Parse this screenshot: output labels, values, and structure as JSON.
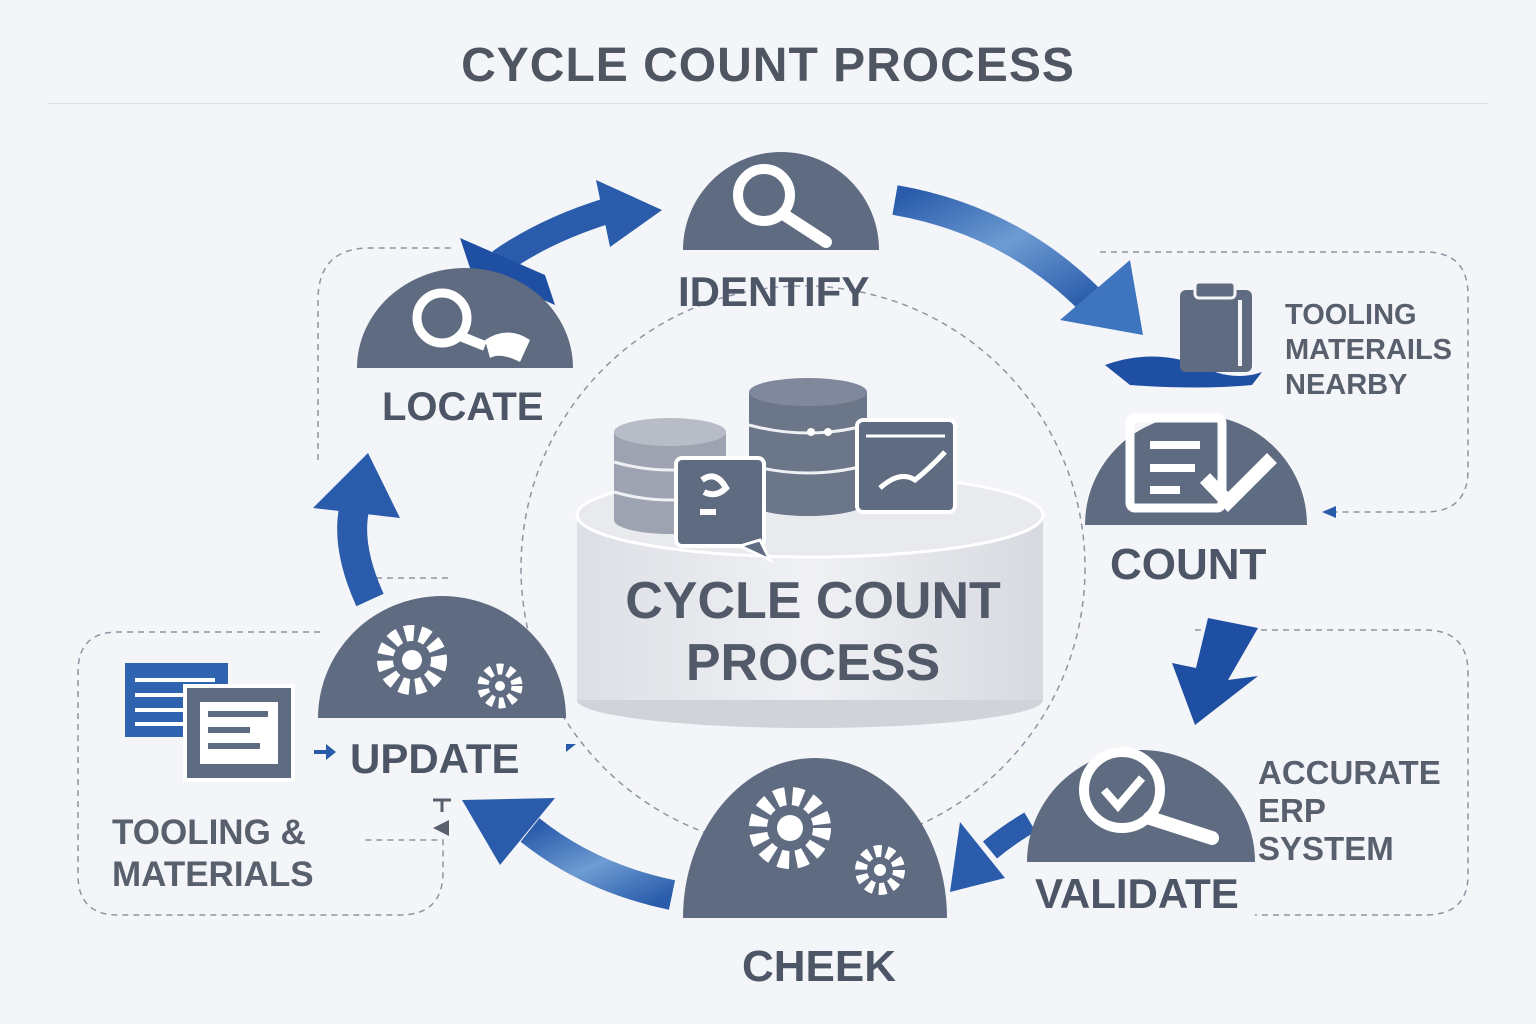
{
  "title": "CYCLE COUNT PROCESS",
  "center": {
    "line1": "CYCLE COUNT",
    "line2": "PROCESS"
  },
  "steps": [
    {
      "label": "IDENTIFY",
      "icon": "magnifier-icon"
    },
    {
      "label": "COUNT",
      "icon": "checklist-document-icon"
    },
    {
      "label": "VALIDATE",
      "icon": "magnifier-check-icon"
    },
    {
      "label": "CHEEK",
      "icon": "gears-icon"
    },
    {
      "label": "UPDATE",
      "icon": "gears-icon"
    },
    {
      "label": "LOCATE",
      "icon": "search-location-icon"
    }
  ],
  "notes": {
    "tooling_nearby": [
      "TOOLING",
      "MATERAILS",
      "NEARBY"
    ],
    "accurate_erp": [
      "ACCURATE",
      "ERP",
      "SYSTEM"
    ],
    "tooling_materials": [
      "TOOLING &",
      "MATERIALS"
    ]
  },
  "colors": {
    "dome": "#5e6b80",
    "arrow": "#2f63b0",
    "arrow_dark": "#1f4fa3",
    "title": "#4f5561",
    "label": "#4d5666",
    "dashed": "#8d94a3"
  }
}
